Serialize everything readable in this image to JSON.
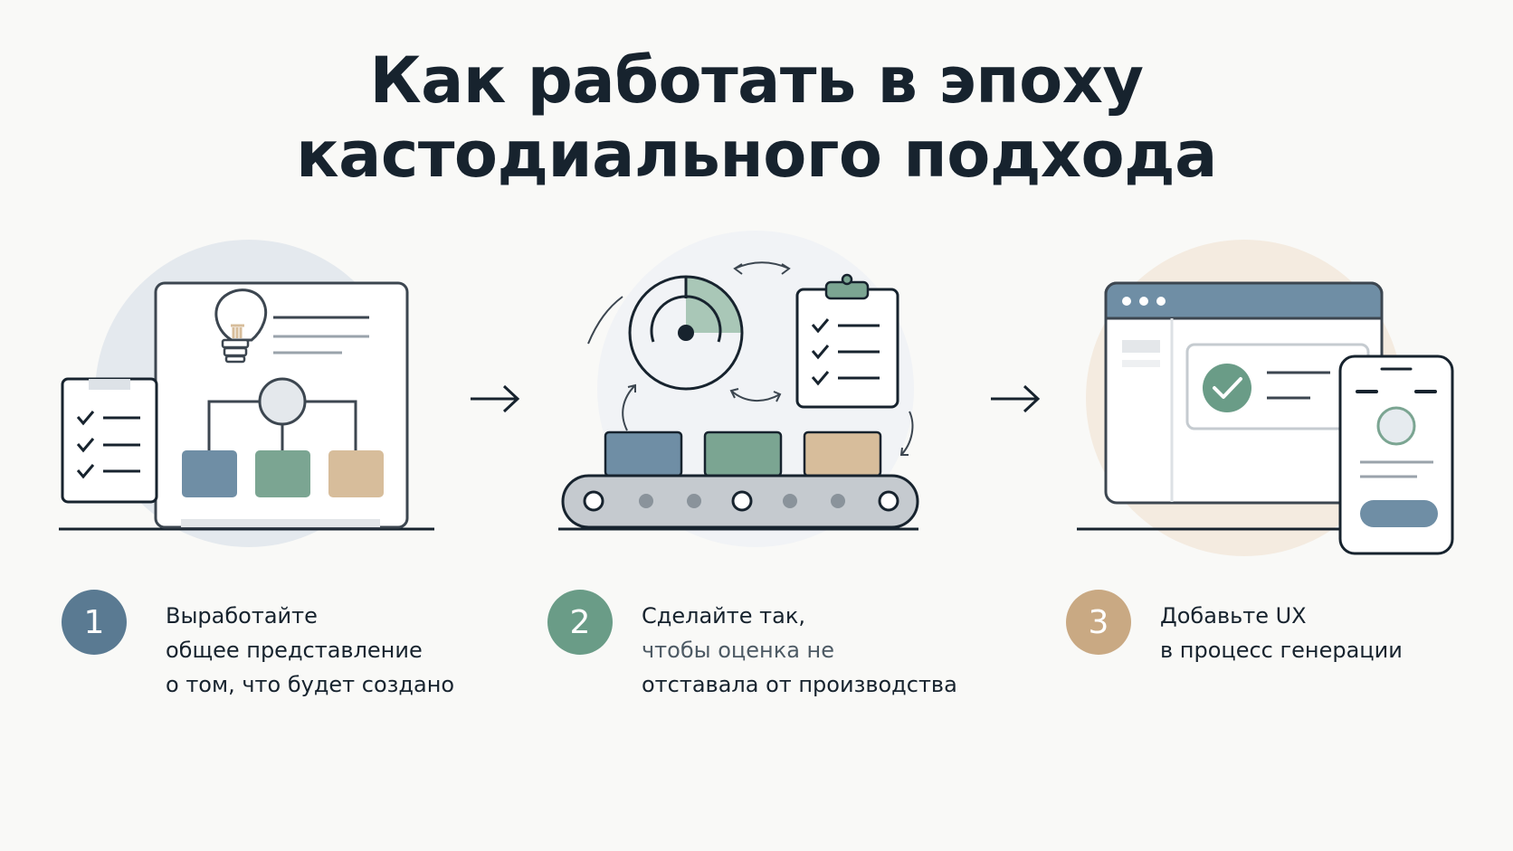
{
  "title": {
    "line1": "Как работать в эпоху",
    "line2": "кастодиального подхода"
  },
  "colors": {
    "ink": "#17232e",
    "blue": "#6f8ea5",
    "green": "#7ba592",
    "sand": "#d7bd9b",
    "badge_blue": "#5a7a92",
    "badge_green": "#6a9c87",
    "badge_sand": "#c9a983"
  },
  "steps": [
    {
      "number": "1",
      "lines": [
        "Выработайте",
        "общее представление",
        "о том, что будет создано"
      ]
    },
    {
      "number": "2",
      "lines": [
        "Сделайте так,",
        "чтобы оценка не",
        "отставала от производства"
      ]
    },
    {
      "number": "3",
      "lines": [
        "Добавьте UX",
        "в процесс генерации"
      ]
    }
  ],
  "icons": {
    "step1": [
      "lightbulb-icon",
      "checklist-icon",
      "flowchart-icon"
    ],
    "step2": [
      "gauge-icon",
      "clipboard-checklist-icon",
      "conveyor-belt-icon",
      "cycle-arrows-icon"
    ],
    "step3": [
      "browser-window-icon",
      "check-circle-icon",
      "mobile-phone-icon"
    ],
    "connectors": [
      "arrow-right-icon",
      "arrow-right-icon"
    ]
  }
}
